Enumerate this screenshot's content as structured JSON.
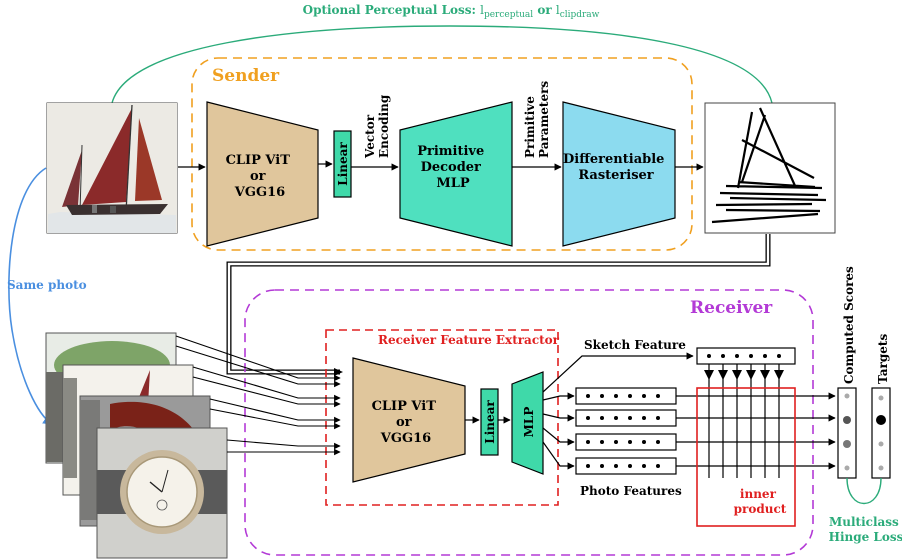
{
  "top_loss": {
    "prefix": "Optional Perceptual Loss: ",
    "term1": "l",
    "sub1": "perceptual",
    "conj": " or ",
    "term2": "l",
    "sub2": "clipdraw",
    "color": "#2bab7a"
  },
  "sender": {
    "title": "Sender",
    "color": "#f0a020",
    "encoder_lines": [
      "CLIP ViT",
      "or",
      "VGG16"
    ],
    "linear": "Linear",
    "vector_encoding_lines": [
      "Vector",
      "Encoding"
    ],
    "decoder_lines": [
      "Primitive",
      "Decoder",
      "MLP"
    ],
    "params_lines": [
      "Primitive",
      "Parameters"
    ],
    "rasteriser_lines": [
      "Differentiable",
      "Rasteriser"
    ]
  },
  "same_photo": {
    "text": "Same photo",
    "color": "#4a8fe0"
  },
  "receiver": {
    "title": "Receiver",
    "color": "#b33ad6",
    "extractor_title": "Receiver Feature Extractor",
    "extractor_color": "#e02020",
    "encoder_lines": [
      "CLIP ViT",
      "or",
      "VGG16"
    ],
    "linear": "Linear",
    "mlp": "MLP",
    "sketch_feature": "Sketch Feature",
    "photo_features": "Photo Features",
    "inner_product_lines": [
      "inner",
      "product"
    ],
    "computed_scores": "Computed Scores",
    "targets": "Targets"
  },
  "hinge_loss": {
    "lines": [
      "Multiclass",
      "Hinge Loss"
    ],
    "color": "#2bab7a"
  },
  "colors": {
    "encoder_fill": "#e0c69c",
    "linear_fill": "#3fd9a9",
    "decoder_fill": "#4fe0bf",
    "rasteriser_fill": "#8cdbef"
  }
}
